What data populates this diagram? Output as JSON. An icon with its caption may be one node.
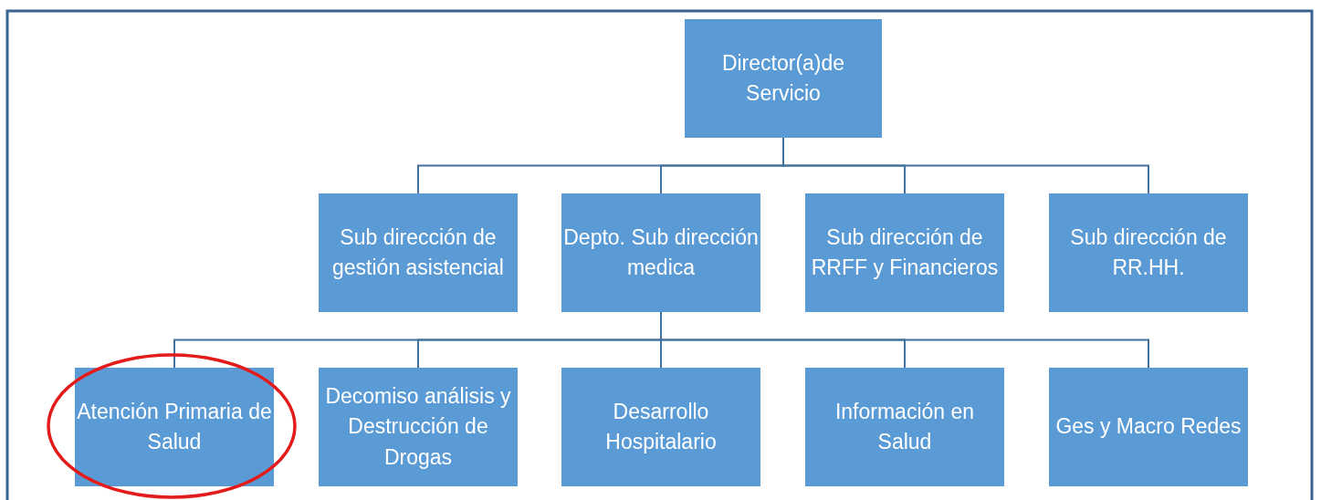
{
  "diagram": {
    "nodes": [
      {
        "text": [
          "Director(a)de Servicio"
        ]
      },
      {
        "text": [
          "Sub dirección de gestión asistencial"
        ]
      },
      {
        "text": [
          "Depto. Sub dirección medica"
        ]
      },
      {
        "text": [
          "Sub dirección de RRFF y Financieros"
        ]
      },
      {
        "text": [
          "Sub dirección de RR.HH."
        ]
      },
      {
        "text": [
          "Atención Primaria de Salud"
        ]
      },
      {
        "text": [
          "Decomiso análisis y Destrucción de Drogas"
        ]
      },
      {
        "text": [
          "Desarrollo Hospitalario"
        ]
      },
      {
        "text": [
          "Información en Salud"
        ]
      },
      {
        "text": [
          "Ges y Macro Redes"
        ]
      }
    ],
    "edges": [
      {
        "from": 0,
        "to": 1,
        "arrow": "none"
      },
      {
        "from": 0,
        "to": 2,
        "arrow": "none"
      },
      {
        "from": 0,
        "to": 3,
        "arrow": "none"
      },
      {
        "from": 0,
        "to": 4,
        "arrow": "none"
      },
      {
        "from": 2,
        "to": 5,
        "arrow": "none"
      },
      {
        "from": 2,
        "to": 6,
        "arrow": "none"
      },
      {
        "from": 2,
        "to": 7,
        "arrow": "none"
      },
      {
        "from": 2,
        "to": 8,
        "arrow": "none"
      },
      {
        "from": 2,
        "to": 9,
        "arrow": "none"
      }
    ]
  }
}
